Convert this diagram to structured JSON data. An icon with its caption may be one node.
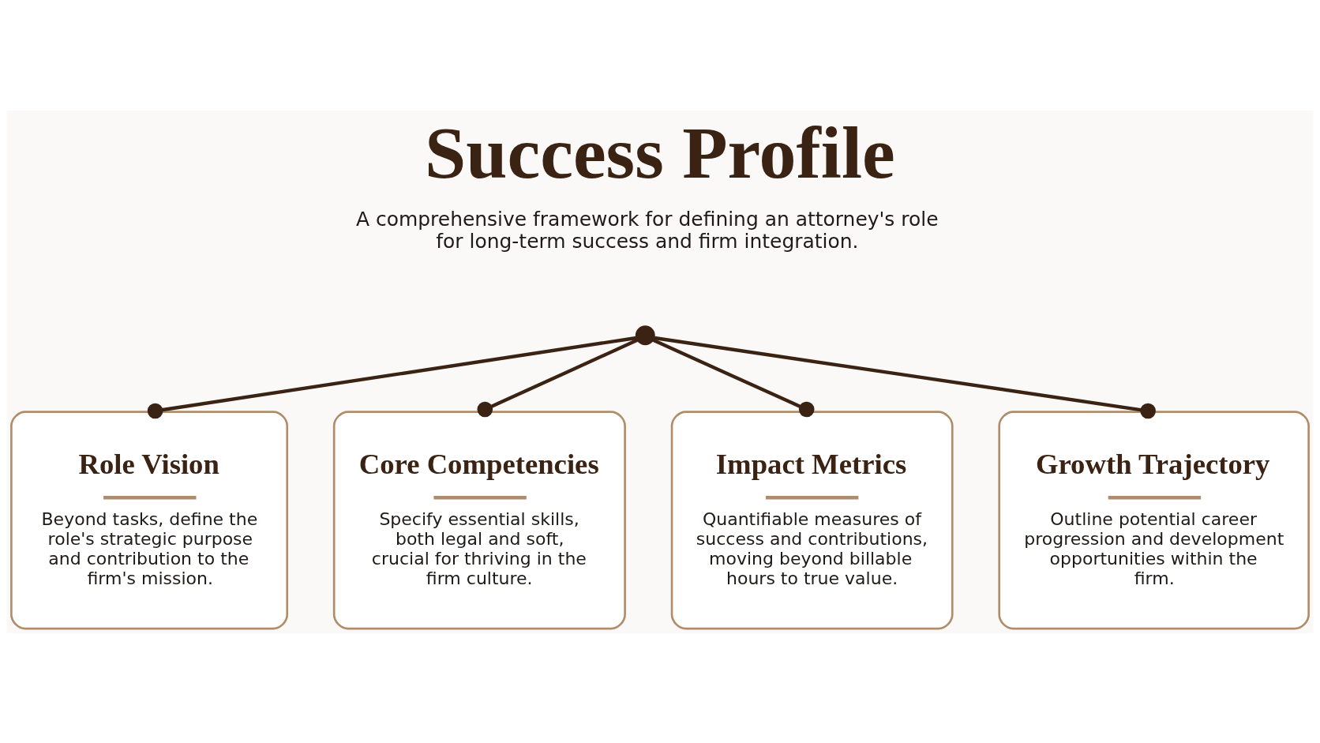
{
  "diagram": {
    "title": "Success Profile",
    "nodes": [
      {
        "text": [],
        "shape": "circle"
      },
      {
        "text": [
          "Role Vision",
          "Beyond tasks, define the role's strategic purpose and contribution to the firm's mission."
        ]
      },
      {
        "text": [
          "Core Competencies",
          "Specify essential skills, both legal and soft, crucial for thriving in the firm culture."
        ]
      },
      {
        "text": [
          "Impact Metrics",
          "Quantifiable measures of success and contributions, moving beyond billable hours to true value."
        ]
      },
      {
        "text": [
          "Growth Trajectory",
          "Outline potential career progression and development opportunities within the firm."
        ]
      }
    ],
    "edges": [
      {
        "from": 0,
        "to": 1,
        "arrow": "other"
      },
      {
        "from": 0,
        "to": 2,
        "arrow": "other"
      },
      {
        "from": 0,
        "to": 3,
        "arrow": "other"
      },
      {
        "from": 0,
        "to": 4,
        "arrow": "other"
      }
    ],
    "labels": [
      "A comprehensive framework for defining an attorney's role for long-term success and firm integration."
    ]
  }
}
